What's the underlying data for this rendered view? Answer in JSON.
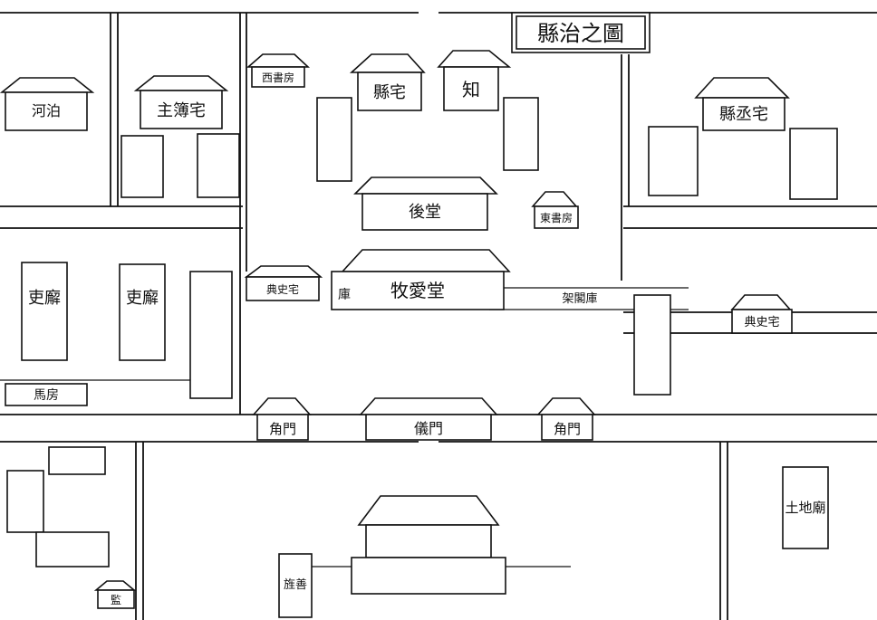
{
  "title": "縣治之圖",
  "labels": {
    "county_residence": "縣宅",
    "magistrate": "知",
    "vice_residence": "縣丞宅",
    "registrar_residence": "主簿宅",
    "rear_hall": "後堂",
    "love_people_hall": "牧愛堂",
    "dian_shi_residence": "典史宅",
    "west_study": "西書房",
    "east_study": "東書房",
    "clerk_room_left": "吏廨",
    "clerk_room_right": "吏廨",
    "stable": "馬房",
    "gate_left": "角門",
    "gate_right": "角門",
    "yi_gate": "儀門",
    "storehouse": "庫",
    "armory": "架閣庫",
    "earth_shrine": "土地廟",
    "jail": "監",
    "bell_drum": "旌善",
    "river_works": "河泊"
  }
}
